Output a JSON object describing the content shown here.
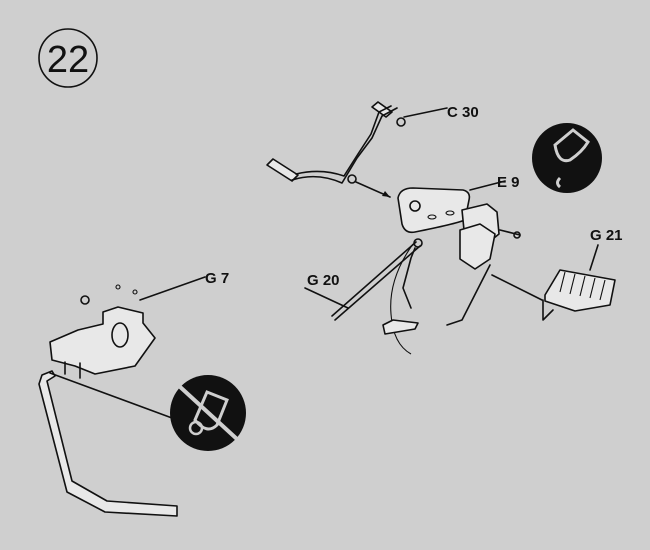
{
  "step_number": "22",
  "labels": {
    "c30": "C 30",
    "e9": "E 9",
    "g21": "G 21",
    "g7": "G 7",
    "g20": "G 20"
  },
  "icons": [
    "glue-tube-icon",
    "no-glue-icon"
  ],
  "colors": {
    "background": "#cfcfcf",
    "ink": "#111111"
  }
}
